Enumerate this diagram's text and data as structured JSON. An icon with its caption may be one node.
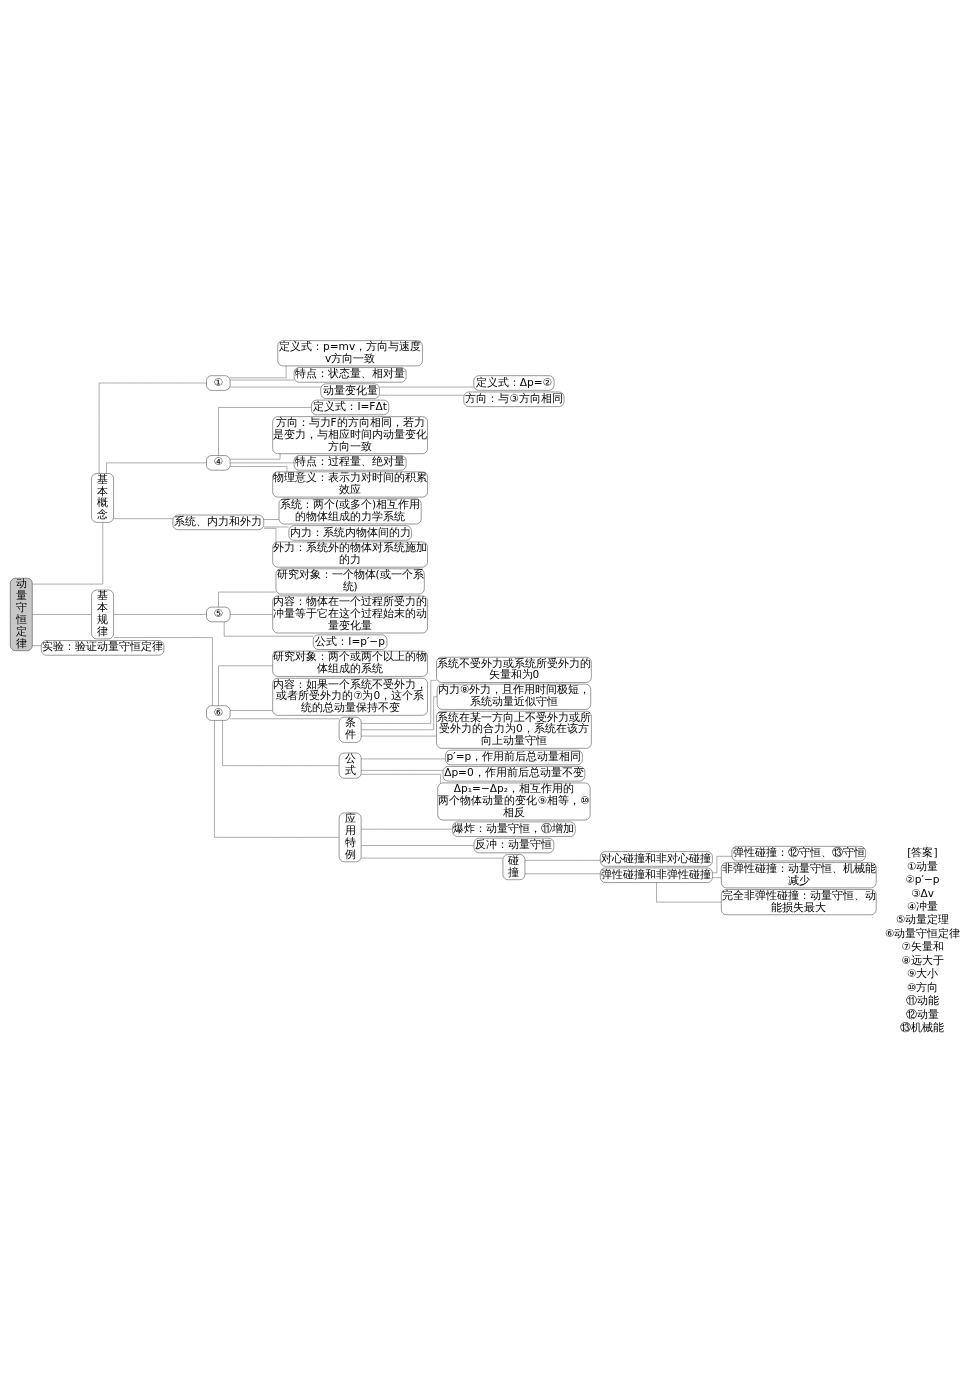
{
  "diagram": {
    "nodes": [
      {
        "text": [
          "动量守恒定律"
        ]
      },
      {
        "text": [
          "基本概念"
        ]
      },
      {
        "text": [
          "①"
        ]
      },
      {
        "text": [
          "定义式：p=mv，方向与速度v方向一致"
        ]
      },
      {
        "text": [
          "特点：状态量、相对量"
        ]
      },
      {
        "text": [
          "动量变化量"
        ]
      },
      {
        "text": [
          "定义式：Δp=②"
        ]
      },
      {
        "text": [
          "方向：与③方向相同"
        ]
      },
      {
        "text": [
          "④"
        ]
      },
      {
        "text": [
          "定义式：I=FΔt"
        ]
      },
      {
        "text": [
          "方向：与力F的方向相同，若力是变力，与相应时间内动量变化方向一致"
        ]
      },
      {
        "text": [
          "特点：过程量、绝对量"
        ]
      },
      {
        "text": [
          "物理意义：表示力对时间的积累效应"
        ]
      },
      {
        "text": [
          "系统、内力和外力"
        ]
      },
      {
        "text": [
          "系统：两个(或多个)相互作用的物体组成的力学系统"
        ]
      },
      {
        "text": [
          "内力：系统内物体间的力"
        ]
      },
      {
        "text": [
          "外力：系统外的物体对系统施加的力"
        ]
      },
      {
        "text": [
          "基本规律"
        ]
      },
      {
        "text": [
          "⑤"
        ]
      },
      {
        "text": [
          "研究对象：一个物体(或一个系统)"
        ]
      },
      {
        "text": [
          "内容：物体在一个过程所受力的冲量等于它在这个过程始末的动量变化量"
        ]
      },
      {
        "text": [
          "公式：I=p′−p"
        ]
      },
      {
        "text": [
          "⑥"
        ]
      },
      {
        "text": [
          "研究对象：两个或两个以上的物体组成的系统"
        ]
      },
      {
        "text": [
          "内容：如果一个系统不受外力，或者所受外力的⑦为0，这个系统的总动量保持不变"
        ]
      },
      {
        "text": [
          "条件"
        ]
      },
      {
        "text": [
          "系统不受外力或系统所受外力的矢量和为0"
        ]
      },
      {
        "text": [
          "内力⑧外力，且作用时间极短，系统动量近似守恒"
        ]
      },
      {
        "text": [
          "系统在某一方向上不受外力或所受外力的合力为0，系统在该方向上动量守恒"
        ]
      },
      {
        "text": [
          "公式"
        ]
      },
      {
        "text": [
          "p′=p，作用前后总动量相同"
        ]
      },
      {
        "text": [
          "Δp=0，作用前后总动量不变"
        ]
      },
      {
        "text": [
          "Δp₁=−Δp₂，相互作用的两个物体动量的变化⑨相等，⑩相反"
        ]
      },
      {
        "text": [
          "应用特例"
        ]
      },
      {
        "text": [
          "爆炸：动量守恒，⑪增加"
        ]
      },
      {
        "text": [
          "反冲：动量守恒"
        ]
      },
      {
        "text": [
          "碰撞"
        ]
      },
      {
        "text": [
          "对心碰撞和非对心碰撞"
        ]
      },
      {
        "text": [
          "弹性碰撞和非弹性碰撞"
        ]
      },
      {
        "text": [
          "弹性碰撞：⑫守恒、⑬守恒"
        ]
      },
      {
        "text": [
          "非弹性碰撞：动量守恒、机械能减少"
        ]
      },
      {
        "text": [
          "完全非弹性碰撞：动量守恒、动能损失最大"
        ]
      },
      {
        "text": [
          "实验：验证动量守恒定律"
        ]
      }
    ],
    "edges": [
      {
        "from": 0,
        "to": 1,
        "arrow": "none"
      },
      {
        "from": 1,
        "to": 2,
        "arrow": "none"
      },
      {
        "from": 2,
        "to": 3,
        "arrow": "none"
      },
      {
        "from": 2,
        "to": 4,
        "arrow": "none"
      },
      {
        "from": 2,
        "to": 5,
        "arrow": "none"
      },
      {
        "from": 5,
        "to": 6,
        "arrow": "none"
      },
      {
        "from": 5,
        "to": 7,
        "arrow": "none"
      },
      {
        "from": 1,
        "to": 8,
        "arrow": "none"
      },
      {
        "from": 8,
        "to": 9,
        "arrow": "none"
      },
      {
        "from": 8,
        "to": 10,
        "arrow": "none"
      },
      {
        "from": 8,
        "to": 11,
        "arrow": "none"
      },
      {
        "from": 8,
        "to": 12,
        "arrow": "none"
      },
      {
        "from": 1,
        "to": 13,
        "arrow": "none"
      },
      {
        "from": 13,
        "to": 14,
        "arrow": "none"
      },
      {
        "from": 13,
        "to": 15,
        "arrow": "none"
      },
      {
        "from": 13,
        "to": 16,
        "arrow": "none"
      },
      {
        "from": 0,
        "to": 17,
        "arrow": "none"
      },
      {
        "from": 17,
        "to": 18,
        "arrow": "none"
      },
      {
        "from": 18,
        "to": 19,
        "arrow": "none"
      },
      {
        "from": 18,
        "to": 20,
        "arrow": "none"
      },
      {
        "from": 18,
        "to": 21,
        "arrow": "none"
      },
      {
        "from": 17,
        "to": 22,
        "arrow": "none"
      },
      {
        "from": 22,
        "to": 23,
        "arrow": "none"
      },
      {
        "from": 22,
        "to": 24,
        "arrow": "none"
      },
      {
        "from": 22,
        "to": 25,
        "arrow": "none"
      },
      {
        "from": 25,
        "to": 26,
        "arrow": "none"
      },
      {
        "from": 25,
        "to": 27,
        "arrow": "none"
      },
      {
        "from": 25,
        "to": 28,
        "arrow": "none"
      },
      {
        "from": 22,
        "to": 29,
        "arrow": "none"
      },
      {
        "from": 29,
        "to": 30,
        "arrow": "none"
      },
      {
        "from": 29,
        "to": 31,
        "arrow": "none"
      },
      {
        "from": 29,
        "to": 32,
        "arrow": "none"
      },
      {
        "from": 22,
        "to": 33,
        "arrow": "none"
      },
      {
        "from": 33,
        "to": 34,
        "arrow": "none"
      },
      {
        "from": 33,
        "to": 35,
        "arrow": "none"
      },
      {
        "from": 33,
        "to": 36,
        "arrow": "none"
      },
      {
        "from": 36,
        "to": 37,
        "arrow": "none"
      },
      {
        "from": 36,
        "to": 38,
        "arrow": "none"
      },
      {
        "from": 38,
        "to": 39,
        "arrow": "none"
      },
      {
        "from": 38,
        "to": 40,
        "arrow": "none"
      },
      {
        "from": 38,
        "to": 41,
        "arrow": "none"
      },
      {
        "from": 0,
        "to": 42,
        "arrow": "none"
      }
    ],
    "labels": [
      "[答案]",
      "①动量",
      "②p′−p",
      "③Δv",
      "④冲量",
      "⑤动量定理",
      "⑥动量守恒定律",
      "⑦矢量和",
      "⑧远大于",
      "⑨大小",
      "⑩方向",
      "⑪动能",
      "⑫动量",
      "⑬机械能"
    ]
  }
}
